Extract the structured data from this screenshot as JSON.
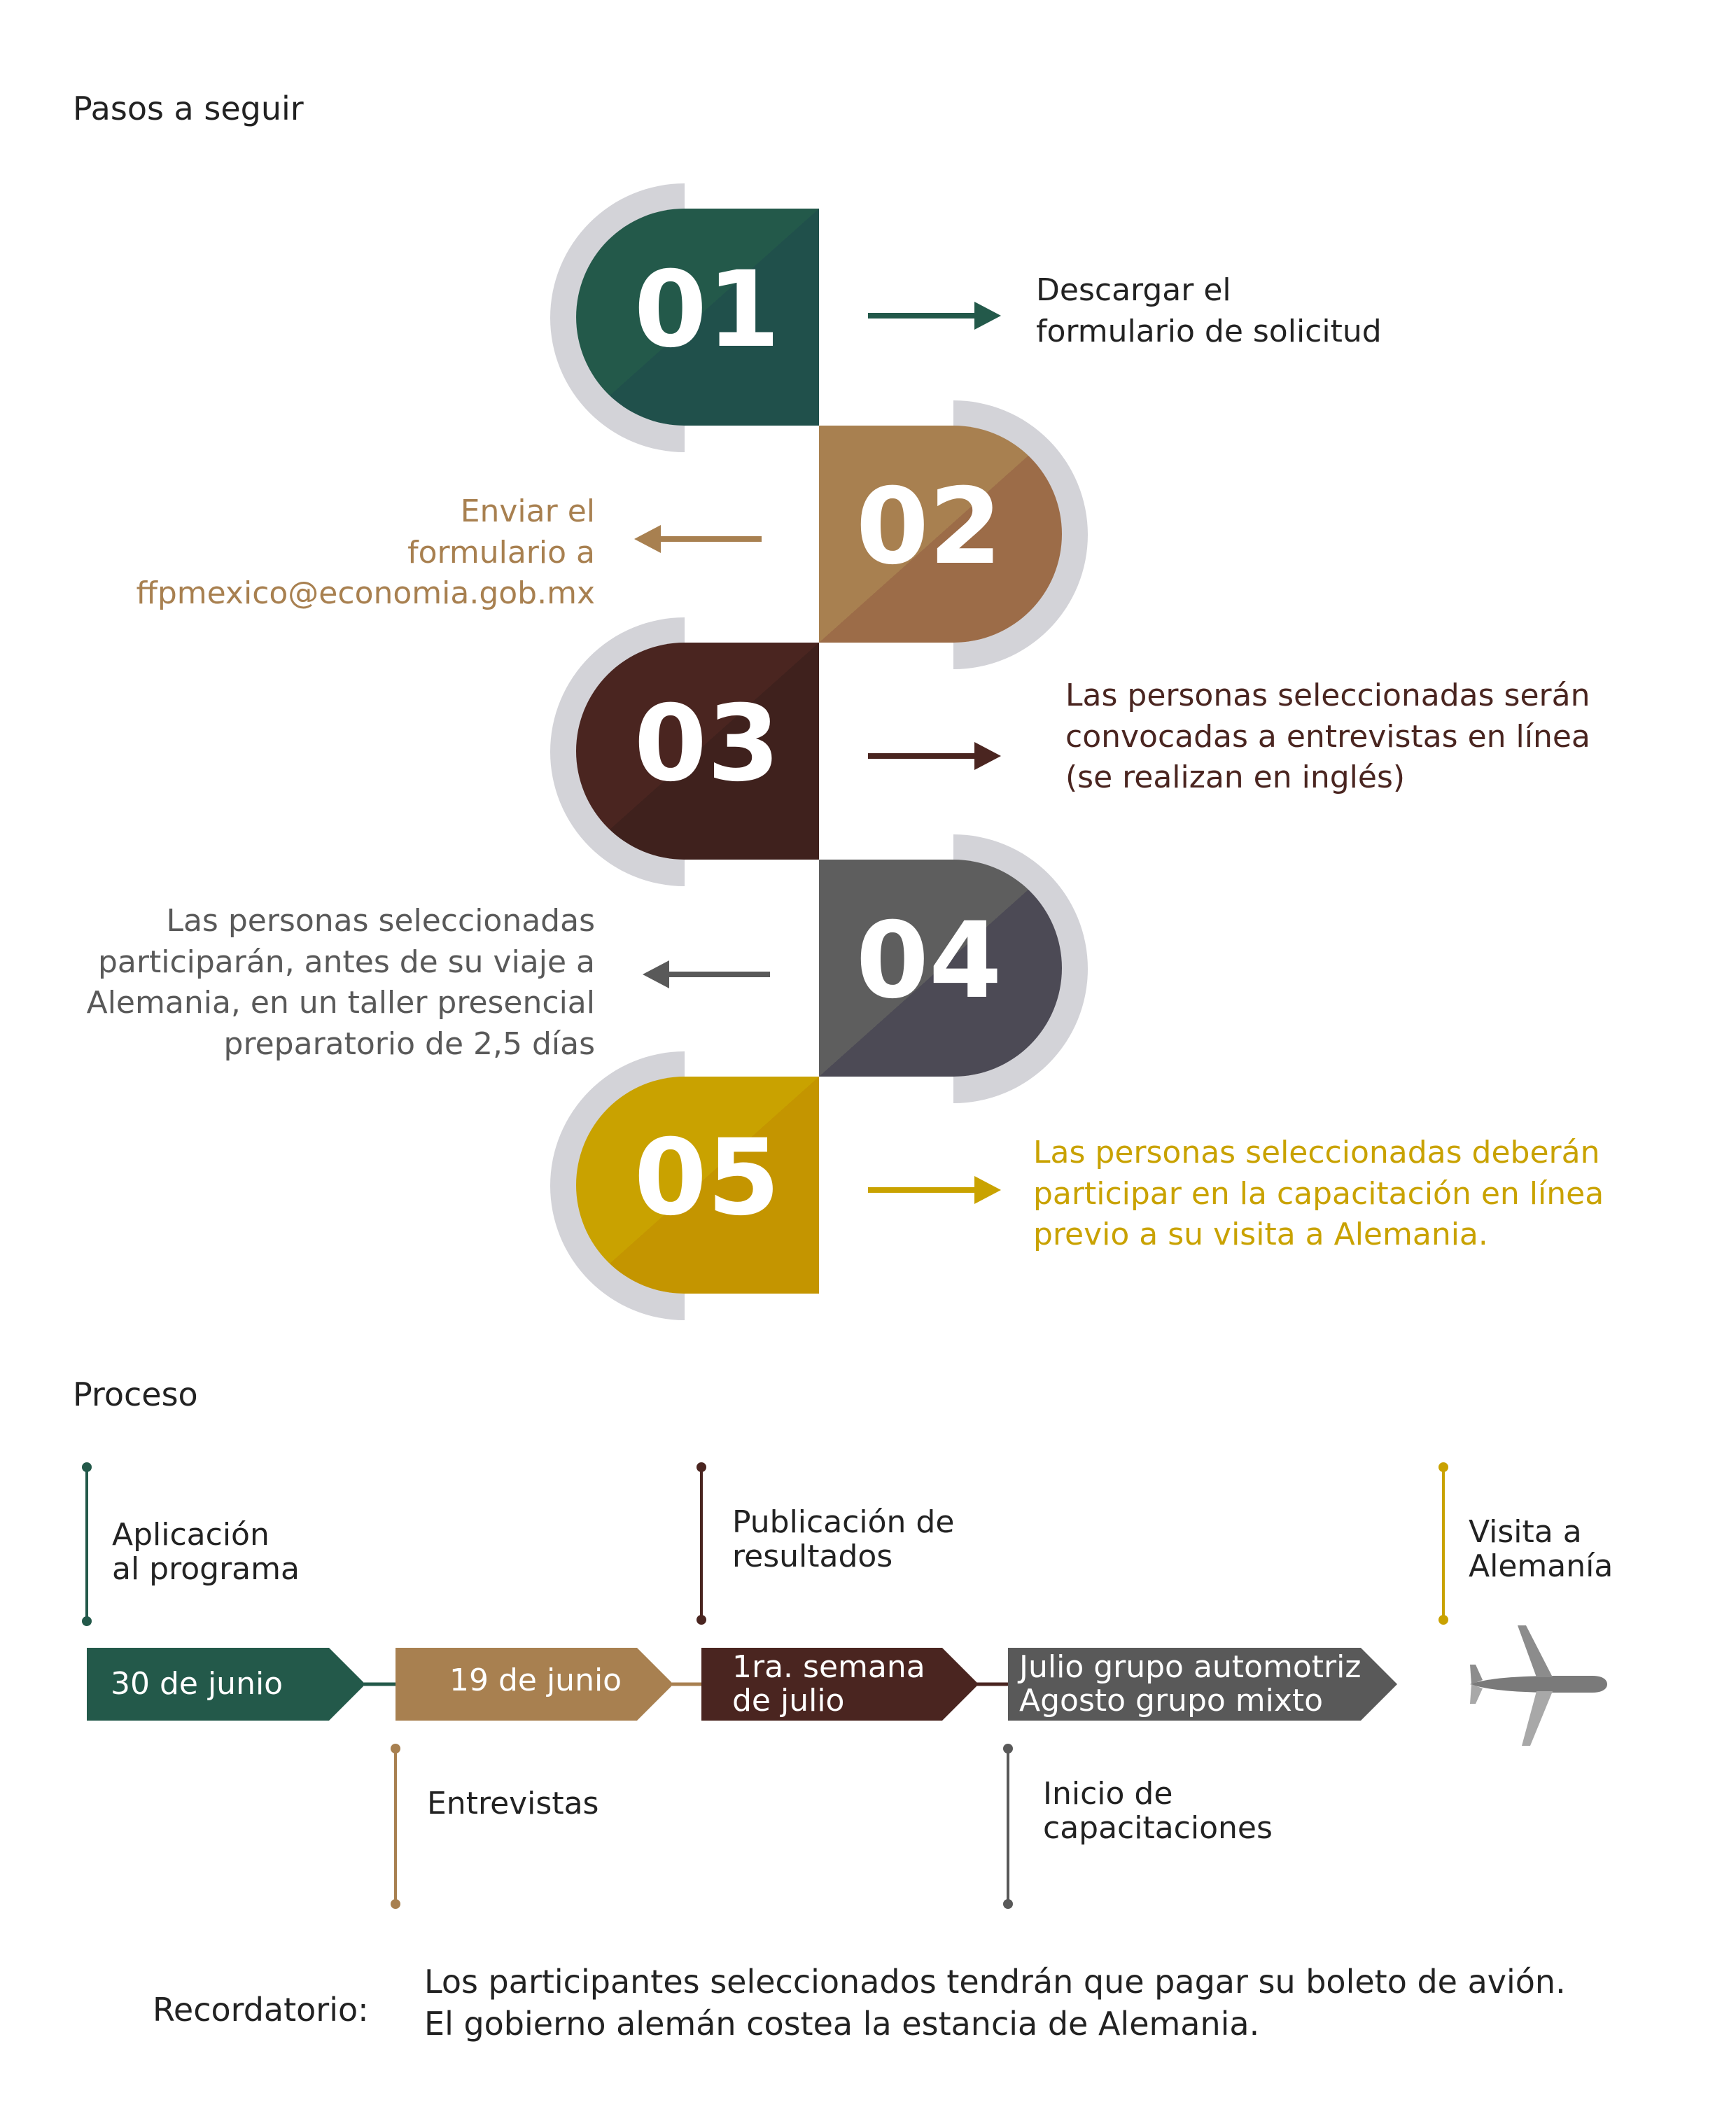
{
  "headings": {
    "steps": "Pasos a seguir",
    "process": "Proceso"
  },
  "colors": {
    "green": "#23594a",
    "gold_brown": "#a88050",
    "dark_brown": "#4a2520",
    "gray": "#595959",
    "mustard": "#c9a200",
    "ring": "#d3d3d8"
  },
  "steps": [
    {
      "number": "01",
      "text_lines": [
        "Descargar el",
        "formulario de solicitud"
      ]
    },
    {
      "number": "02",
      "text_lines": [
        "Enviar el",
        "formulario a",
        "ffpmexico@economia.gob.mx"
      ]
    },
    {
      "number": "03",
      "text_lines": [
        "Las personas seleccionadas serán",
        "convocadas a entrevistas en línea",
        "(se realizan en inglés)"
      ]
    },
    {
      "number": "04",
      "text_lines": [
        "Las personas seleccionadas",
        "participarán, antes de su viaje a",
        "Alemania, en un taller presencial",
        "preparatorio de 2,5 días"
      ]
    },
    {
      "number": "05",
      "text_lines": [
        "Las personas seleccionadas deberán",
        "participar en la capacitación en línea",
        "previo a su visita a Alemania."
      ]
    }
  ],
  "timeline": {
    "boxes": [
      {
        "lines": [
          "30 de junio"
        ]
      },
      {
        "lines": [
          "19 de junio"
        ]
      },
      {
        "lines": [
          "1ra. semana",
          "de julio"
        ]
      },
      {
        "lines": [
          "Julio grupo automotriz",
          "Agosto grupo mixto"
        ]
      }
    ],
    "labels": {
      "aplicacion": [
        "Aplicación",
        "al programa"
      ],
      "entrevistas": [
        "Entrevistas"
      ],
      "publicacion": [
        "Publicación de",
        "resultados"
      ],
      "inicio": [
        "Inicio de",
        "capacitaciones"
      ],
      "visita": [
        "Visita a",
        "Alemanía"
      ]
    },
    "icon": "airplane-icon"
  },
  "reminder": {
    "label": "Recordatorio:",
    "lines": [
      "Los participantes seleccionados tendrán que pagar su boleto de avión.",
      "El gobierno alemán costea la estancia de Alemania."
    ]
  }
}
